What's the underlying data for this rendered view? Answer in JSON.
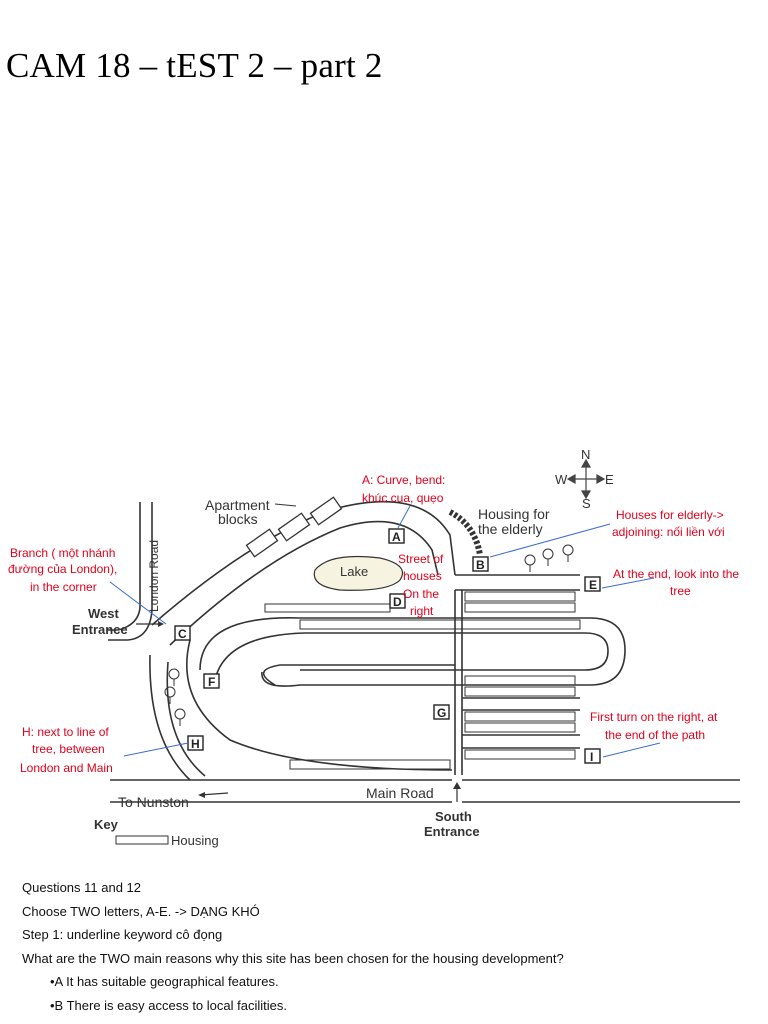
{
  "slide": {
    "title": "CAM 18 – tEST 2 – part 2"
  },
  "map": {
    "compass": {
      "n": "N",
      "s": "S",
      "w": "W",
      "e": "E"
    },
    "labels": {
      "apartment_1": "Apartment",
      "apartment_2": "blocks",
      "housing_elderly_1": "Housing for",
      "housing_elderly_2": "the elderly",
      "lake": "Lake",
      "london_road": "London Road",
      "west_entrance_1": "West",
      "west_entrance_2": "Entrance",
      "main_road": "Main Road",
      "to_nunston": "To Nunston",
      "south_entrance_1": "South",
      "south_entrance_2": "Entrance",
      "key": "Key",
      "key_housing": "Housing"
    },
    "letters": [
      "A",
      "B",
      "C",
      "D",
      "E",
      "F",
      "G",
      "H",
      "I"
    ],
    "notes": {
      "a_1": "A: Curve, bend:",
      "a_2": "khúc cua, quẹo",
      "branch_1": "Branch ( một nhánh",
      "branch_2": "đường của London),",
      "branch_3": "in the corner",
      "street_1": "Street of",
      "street_2": "houses",
      "street_3": "On the",
      "street_4": "right",
      "elderly_1": "Houses for elderly->",
      "elderly_2": "adjoining: nối liền với",
      "end_1": "At the end, look into the",
      "end_2": "tree",
      "h_1": "H: next to line of",
      "h_2": "tree, between",
      "h_3": "London and Main",
      "first_1": "First turn on the right, at",
      "first_2": "the end of the path"
    }
  },
  "questions": {
    "heading": "Questions 11 and 12",
    "instruction": "Choose TWO letters, A-E. -> DẠNG KHÓ",
    "step": "Step 1: underline keyword cô đọng",
    "question": "What are the TWO main reasons why this site has been chosen for the housing development?",
    "options": [
      "•A It has suitable geographical features.",
      "•B There is easy access to local facilities."
    ]
  }
}
